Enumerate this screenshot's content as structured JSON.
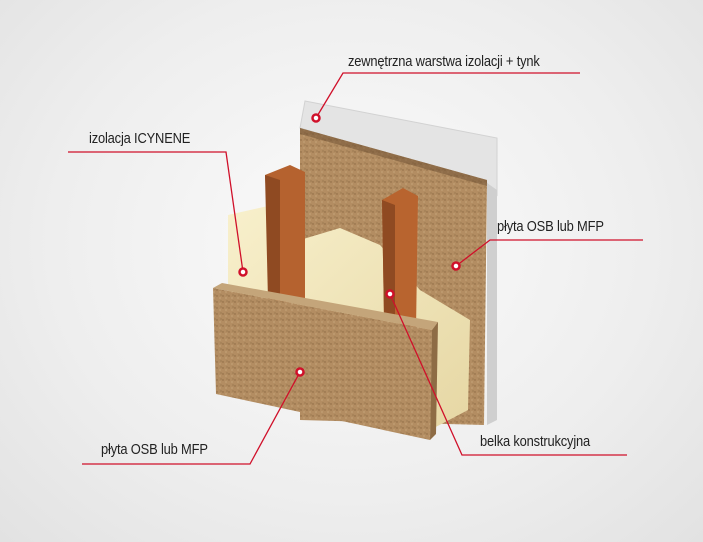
{
  "diagram": {
    "labels": {
      "outer_insulation": "zewnętrzna warstwa izolacji + tynk",
      "icynene": "izolacja ICYNENE",
      "osb_right": "płyta OSB lub MFP",
      "beam": "belka konstrukcyjna",
      "osb_left": "płyta OSB lub MFP"
    },
    "colors": {
      "leader_line": "#d0102a",
      "osb": "#b08a5f",
      "beam": "#b5622f",
      "insulation": "#f3e8bd",
      "outer_layer": "#e6e6e6"
    }
  }
}
